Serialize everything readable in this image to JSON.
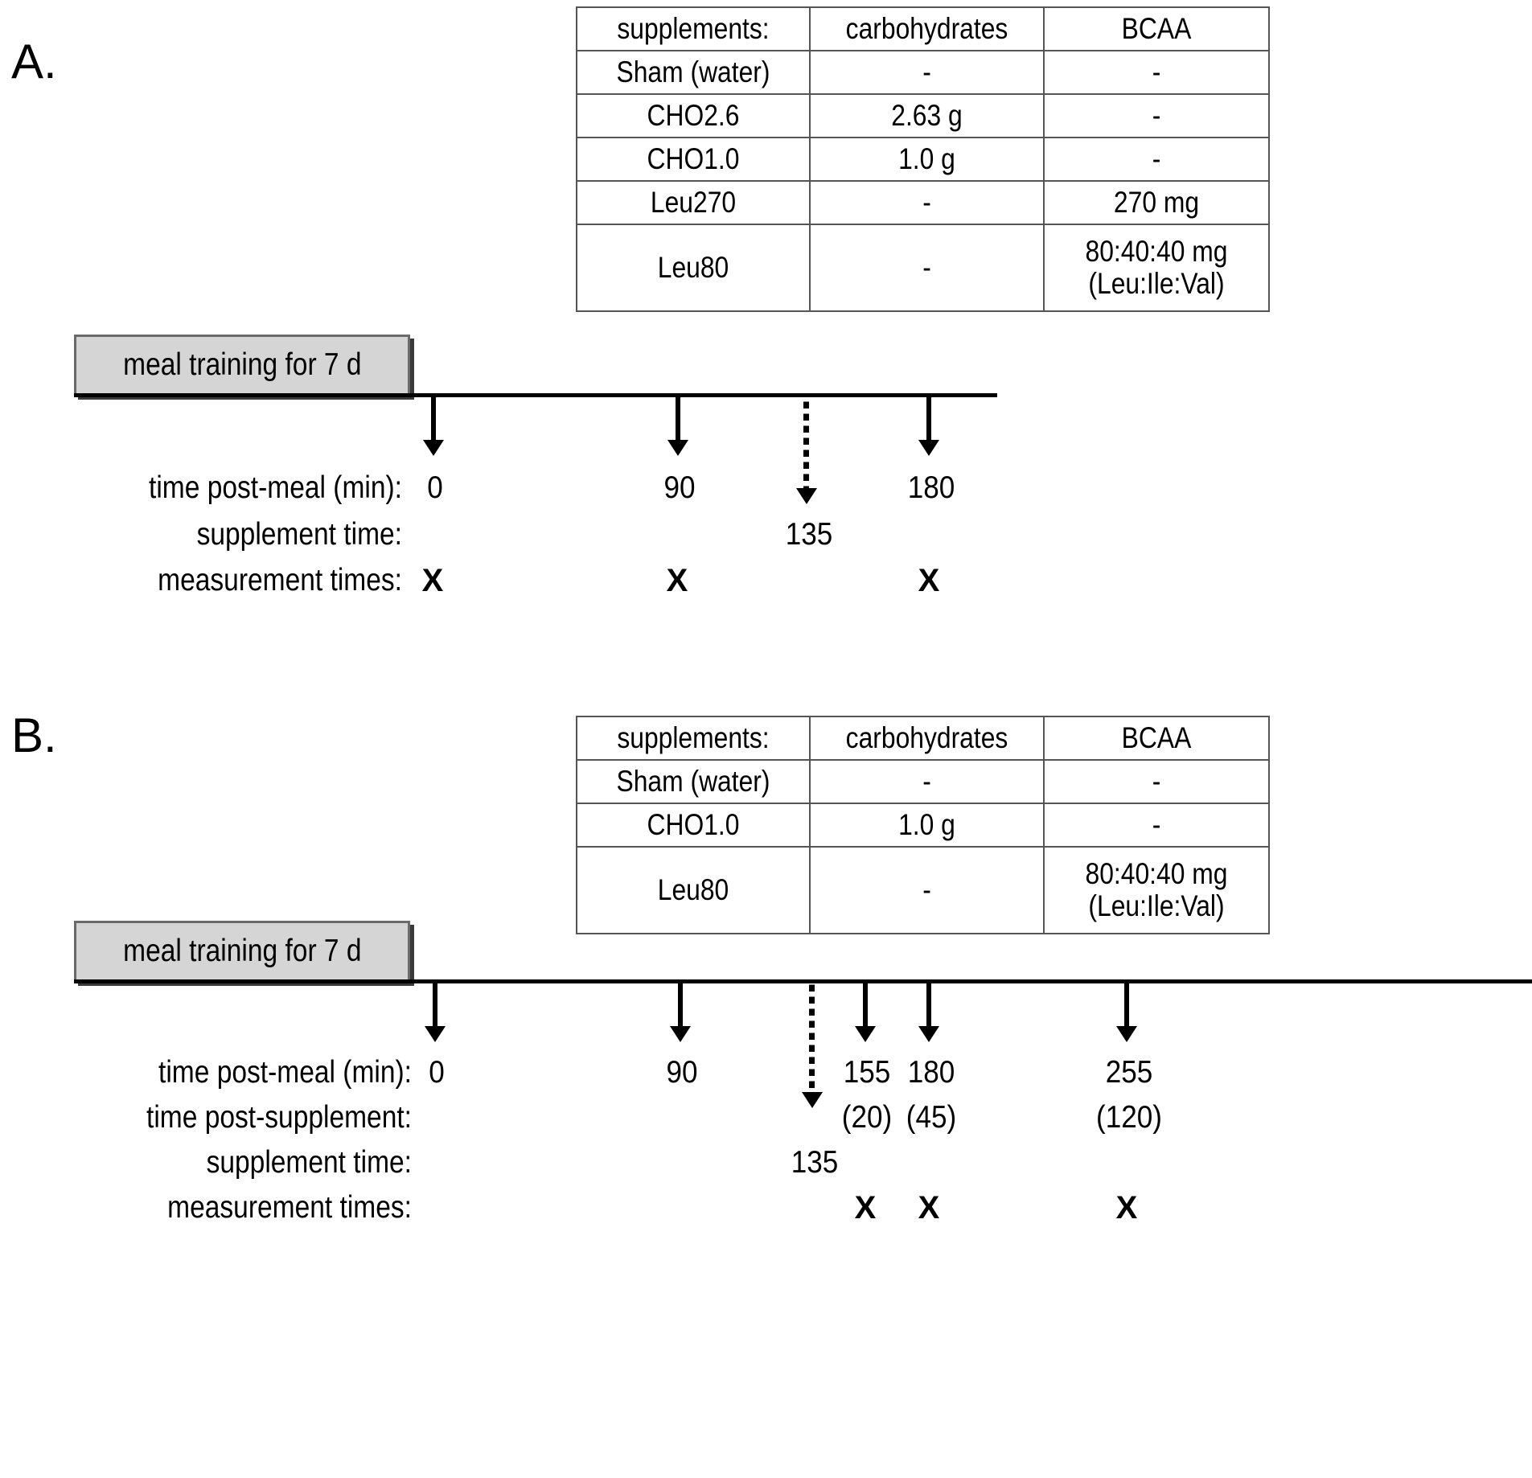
{
  "figure": {
    "panels": [
      {
        "letter": "A.",
        "table": {
          "headers": [
            "supplements:",
            "carbohydrates",
            "BCAA"
          ],
          "rows": [
            [
              "Sham (water)",
              "-",
              "-"
            ],
            [
              "CHO2.6",
              "2.63 g",
              "-"
            ],
            [
              "CHO1.0",
              "1.0 g",
              "-"
            ],
            [
              "Leu270",
              "-",
              "270 mg"
            ],
            [
              "Leu80",
              "-",
              "80:40:40 mg\n(Leu:Ile:Val)"
            ]
          ]
        },
        "meal_box_label": "meal training for 7 d",
        "row_labels": [
          "time post-meal (min):",
          "supplement time:",
          "measurement times:"
        ],
        "timepoints": [
          {
            "label": "0",
            "type": "measurement",
            "arrow": "solid",
            "x_mark": "X"
          },
          {
            "label": "90",
            "type": "measurement",
            "arrow": "solid",
            "x_mark": "X"
          },
          {
            "label": "135",
            "type": "supplement",
            "arrow": "dotted",
            "x_mark": ""
          },
          {
            "label": "180",
            "type": "measurement",
            "arrow": "solid",
            "x_mark": "X"
          }
        ]
      },
      {
        "letter": "B.",
        "table": {
          "headers": [
            "supplements:",
            "carbohydrates",
            "BCAA"
          ],
          "rows": [
            [
              "Sham (water)",
              "-",
              "-"
            ],
            [
              "CHO1.0",
              "1.0 g",
              "-"
            ],
            [
              "Leu80",
              "-",
              "80:40:40 mg\n(Leu:Ile:Val)"
            ]
          ]
        },
        "meal_box_label": "meal training for 7 d",
        "row_labels": [
          "time post-meal (min):",
          "time post-supplement:",
          "supplement time:",
          "measurement times:"
        ],
        "timepoints": [
          {
            "label": "0",
            "post_supplement": "",
            "type": "measurement",
            "arrow": "solid",
            "x_mark": ""
          },
          {
            "label": "90",
            "post_supplement": "",
            "type": "measurement",
            "arrow": "solid",
            "x_mark": ""
          },
          {
            "label": "135",
            "post_supplement": "",
            "type": "supplement",
            "arrow": "dotted",
            "x_mark": ""
          },
          {
            "label": "155",
            "post_supplement": "(20)",
            "type": "measurement",
            "arrow": "solid",
            "x_mark": "X"
          },
          {
            "label": "180",
            "post_supplement": "(45)",
            "type": "measurement",
            "arrow": "solid",
            "x_mark": "X"
          },
          {
            "label": "255",
            "post_supplement": "(120)",
            "type": "measurement",
            "arrow": "solid",
            "x_mark": "X"
          }
        ]
      }
    ]
  }
}
